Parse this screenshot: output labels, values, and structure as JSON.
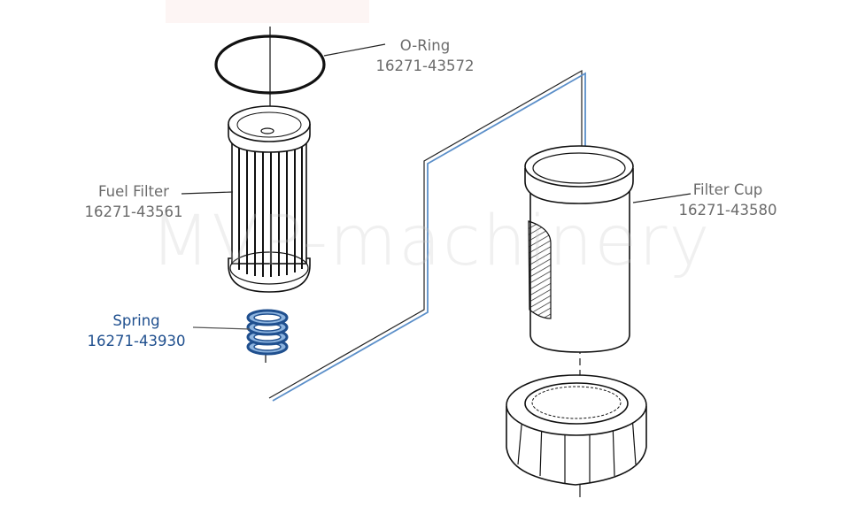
{
  "watermark": "MVP-machinery",
  "colors": {
    "label": "#6b6b6b",
    "highlight": "#1f4f8e",
    "spring_fill": "#8db4df",
    "guide_line": "#5b8fc9"
  },
  "parts": [
    {
      "name": "O-Ring",
      "part_number": "16271-43572"
    },
    {
      "name": "Fuel Filter",
      "part_number": "16271-43561"
    },
    {
      "name": "Spring",
      "part_number": "16271-43930",
      "highlighted": true
    },
    {
      "name": "Filter Cup",
      "part_number": "16271-43580"
    }
  ]
}
